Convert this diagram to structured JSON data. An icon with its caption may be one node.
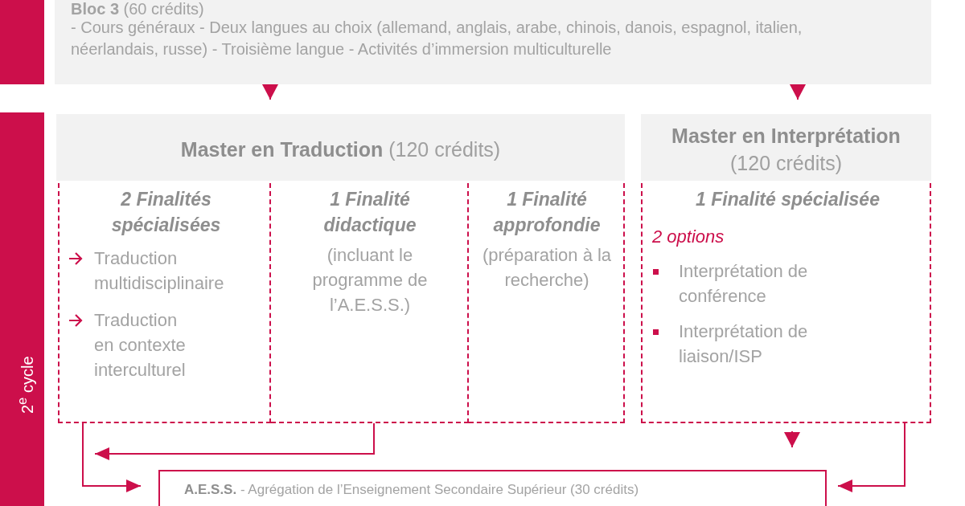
{
  "diagram": {
    "nodes": [
      {
        "text": [],
        "shape": "bar"
      },
      {
        "text": [
          "**Bloc 3** (60 crédits)",
          "- Cours généraux - Deux langues au choix (allemand, anglais, arabe, chinois, danois, espagnol, italien, néerlandais, russe) - Troisième langue - Activités d’immersion multiculturelle"
        ]
      },
      {
        "text": [
          "2$^{e}$ cycle"
        ]
      },
      {
        "text": [
          "**Master en Traduction** (120 crédits)"
        ]
      },
      {
        "text": [
          "2 Finalités spécialisées",
          "Traduction multidisciplinaire",
          "Traduction en contexte interculturel"
        ]
      },
      {
        "text": [
          "1 Finalité didactique",
          "(incluant le programme de l’A.E.S.S.)"
        ]
      },
      {
        "text": [
          "1 Finalité approfondie",
          "(préparation à la recherche)"
        ]
      },
      {
        "text": [
          "**Master en Interprétation** (120 crédits)"
        ]
      },
      {
        "text": [
          "1 Finalité spécialisée",
          "2 options",
          "Interprétation de conférence",
          "Interprétation de liaison/ISP"
        ]
      },
      {
        "text": [
          "**A.E.S.S.** - Agrégation de l’Enseignement Secondaire Supérieur (30 crédits)"
        ]
      }
    ],
    "edges": [
      {
        "from": 1,
        "to": 3,
        "arrow": "to"
      },
      {
        "from": 1,
        "to": 7,
        "arrow": "to"
      },
      {
        "from": 8,
        "to": 9,
        "arrow": "to"
      },
      {
        "from": 5,
        "to": null,
        "arrow": "to"
      },
      {
        "from": 4,
        "to": 9,
        "arrow": "to"
      },
      {
        "from": 8,
        "to": 9,
        "arrow": "to"
      }
    ]
  }
}
